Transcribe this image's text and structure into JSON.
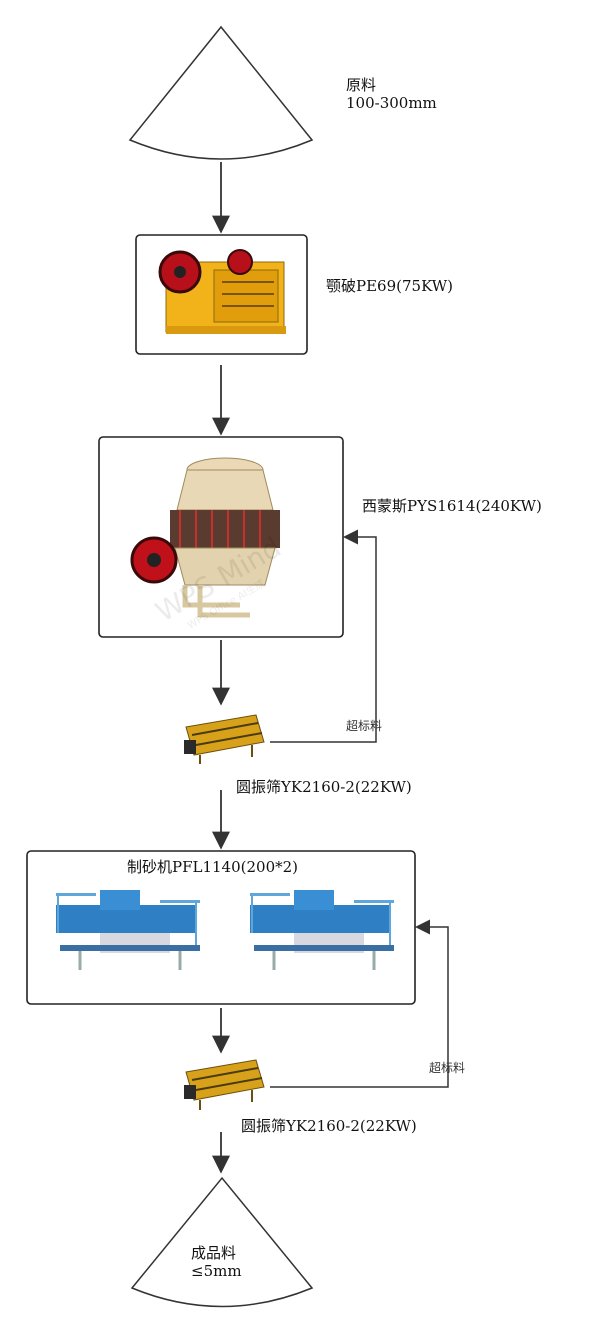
{
  "raw": {
    "line1": "原料",
    "line2": "100-300mm"
  },
  "jaw": {
    "label": "颚破PE69(75KW)"
  },
  "cone": {
    "label": "西蒙斯PYS1614(240KW)"
  },
  "screen1": {
    "label": "圆振筛YK2160-2(22KW)",
    "return_label": "超标料"
  },
  "sandmaker": {
    "label": "制砂机PFL1140(200*2)"
  },
  "screen2": {
    "label": "圆振筛YK2160-2(22KW)",
    "return_label": "超标料"
  },
  "product": {
    "line1": "成品料",
    "line2": "≤5mm"
  },
  "watermark": {
    "main": "WPS Mind",
    "sub": "WPS Office AI生成"
  },
  "colors": {
    "line": "#333333",
    "jaw_body": "#f2b21a",
    "jaw_wheel": "#c0111a",
    "cone_body": "#e8d8b5",
    "cone_ring": "#5a3b30",
    "screen_body": "#d7a21a",
    "sand_body": "#2f7fc4",
    "sand_frame": "#5fa7da"
  }
}
